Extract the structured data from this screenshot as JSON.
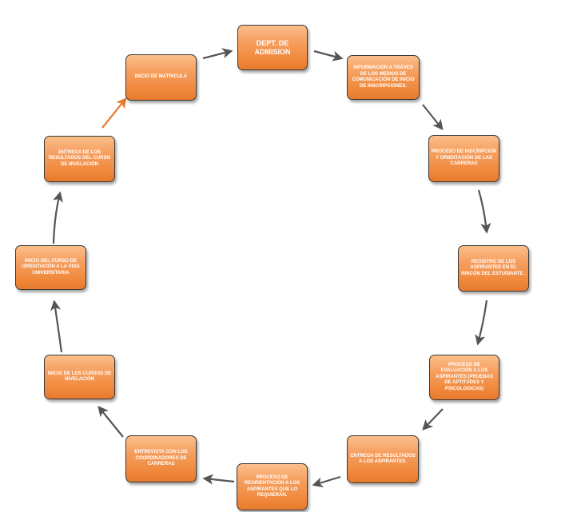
{
  "diagram": {
    "colors": {
      "box_fill": "#f08a3e",
      "box_border": "#3a3a3a",
      "text": "#ffffff",
      "arrow": "#555555",
      "arrow_accent": "#e87a2c"
    },
    "nodes": [
      {
        "id": "dept-admision",
        "label": "DEPT. DE ADMISION"
      },
      {
        "id": "informacion",
        "label": "INFORMACION A TRÁVES DE LOS MEDIOS DE COMUNICACIÓN DE INICIO DE INSCRIPCIONES."
      },
      {
        "id": "proceso-inscripcion",
        "label": "PROCESO DE INSCRIPCION Y ORIENTACIÓN DE LAS CARRERAS"
      },
      {
        "id": "registro",
        "label": "REGISTRO DE LOS ASPIRANTES EN EL RINCÓN DEL ESTUDIANTE ."
      },
      {
        "id": "proceso-evaluacion",
        "label": "PROCESO DE EVALUACIÓN A LOS ASPIRANTES (PRUEBAS DE APTITUDES Y PSICOLOGICAS)"
      },
      {
        "id": "entrega-resultados",
        "label": "ENTREGA DE RESULTADOS A LOS ASPIRANTES."
      },
      {
        "id": "reorientacion",
        "label": "PROCESO DE REORIENTACIÓN A LOS ASPIRANTES QUE LO REQUIERAN."
      },
      {
        "id": "entrevista",
        "label": "ENTREVISTA CON LOS COORDINADORES DE CARRERAS"
      },
      {
        "id": "inicio-cursos-nivelacion",
        "label": "INICIO DE LOS CURSOS DE NIVELACIÓN"
      },
      {
        "id": "inicio-curso-orientacion",
        "label": "INICIO DEL CURSO DE ORIENTACIÓN A LA VIDA UNIVERSITARIA"
      },
      {
        "id": "entrega-resultados-nivelacion",
        "label": "ENTREGA DE LOS RESULTADOS DEL CURSO DE NIVELACIÓN"
      },
      {
        "id": "inicio-matricula",
        "label": "INICIO DE MATRICULA"
      }
    ]
  }
}
